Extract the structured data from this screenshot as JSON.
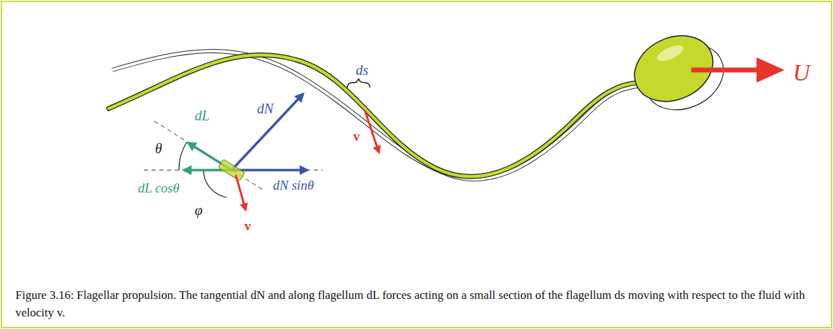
{
  "diagram": {
    "caption": "Figure 3.16: Flagellar propulsion. The tangential dN and along flagellum dL forces acting on a small section of the flagellum ds moving with respect to the fluid with velocity v.",
    "labels": [
      "dL",
      "dN",
      "θ",
      "dL cosθ",
      "dN sinθ",
      "φ",
      "v",
      "ds",
      "v",
      "U"
    ]
  }
}
